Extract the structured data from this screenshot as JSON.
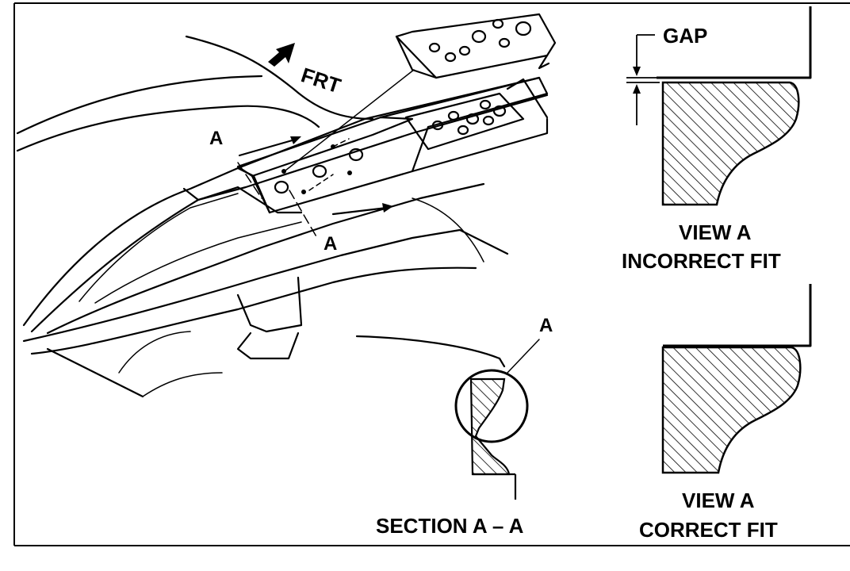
{
  "labels": {
    "frt": "FRT",
    "a_upper": "A",
    "a_lower": "A",
    "a_section": "A",
    "gap": "GAP",
    "view_a_1": "VIEW A",
    "incorrect_fit": "INCORRECT FIT",
    "view_a_2": "VIEW A",
    "correct_fit": "CORRECT FIT",
    "section_aa": "SECTION A – A"
  },
  "colors": {
    "ink": "#000000",
    "paper": "#ffffff"
  }
}
